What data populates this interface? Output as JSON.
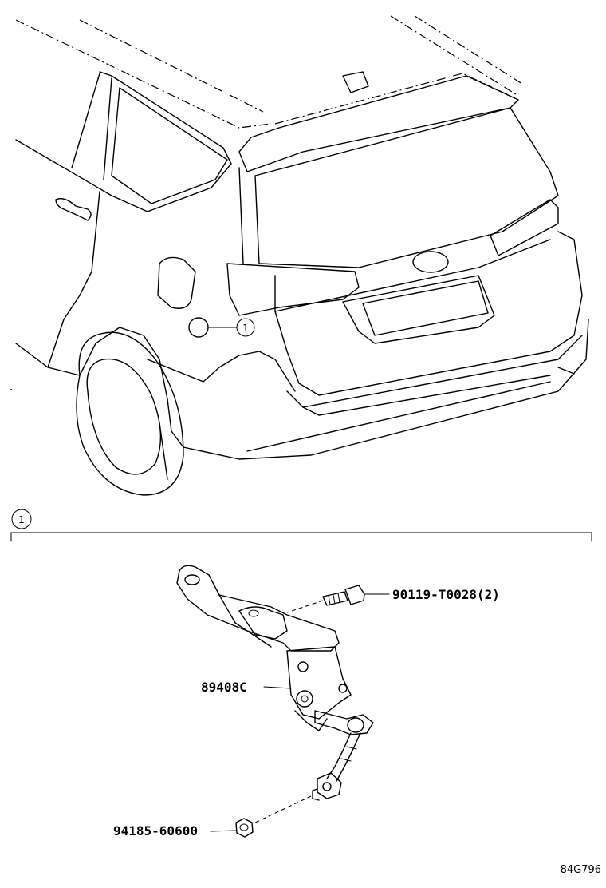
{
  "callout": {
    "number": "1"
  },
  "parts": [
    {
      "id": "bolt",
      "label": "90119-T0028(2)"
    },
    {
      "id": "sensor",
      "label": "89408C"
    },
    {
      "id": "nut",
      "label": "94185-60600"
    }
  ],
  "figure_id": "84G796"
}
